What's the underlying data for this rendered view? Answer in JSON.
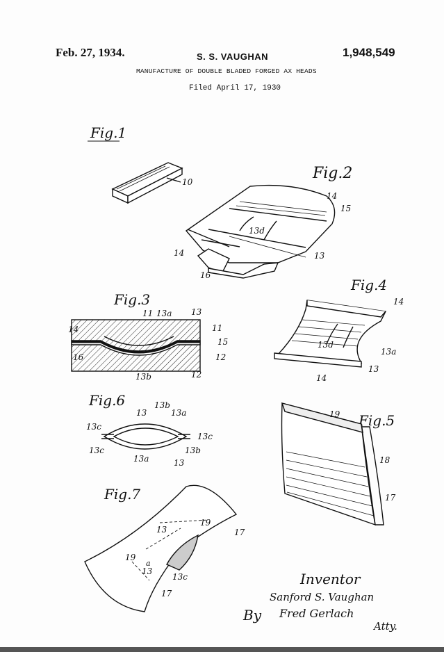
{
  "header": {
    "date": "Feb. 27, 1934.",
    "inventor": "S. S. VAUGHAN",
    "patent_number": "1,948,549",
    "title": "MANUFACTURE OF DOUBLE BLADED FORGED AX HEADS",
    "filed": "Filed April 17, 1930"
  },
  "figures": {
    "fig1": "Fig.1",
    "fig2": "Fig.2",
    "fig3": "Fig.3",
    "fig4": "Fig.4",
    "fig5": "Fig.5",
    "fig6": "Fig.6",
    "fig7": "Fig.7"
  },
  "refs": {
    "r10": "10",
    "r11": "11",
    "r12": "12",
    "r13": "13",
    "r13a": "13a",
    "r13b": "13b",
    "r13c": "13c",
    "r13d": "13d",
    "r14": "14",
    "r15": "15",
    "r16": "16",
    "r17": "17",
    "r18": "18",
    "r19": "19",
    "ra": "a"
  },
  "signature": {
    "inventor_label": "Inventor",
    "inventor_sig": "Sanford S. Vaughan",
    "by": "By",
    "attorney_sig": "Fred Gerlach",
    "atty": "Atty."
  }
}
